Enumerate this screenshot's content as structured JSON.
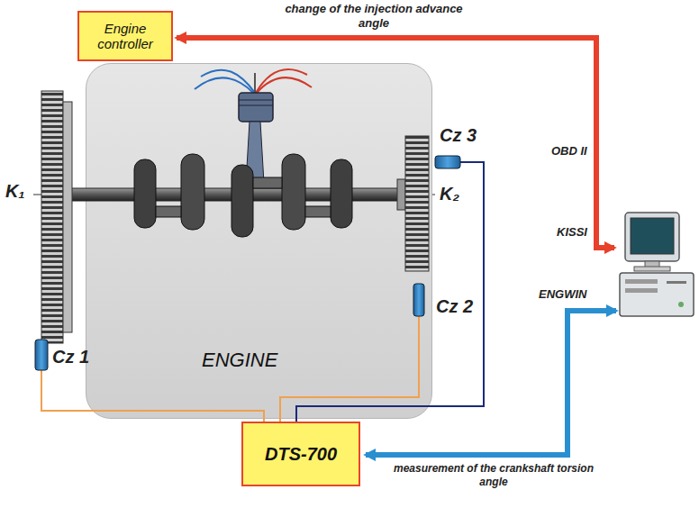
{
  "diagram": {
    "nodes": [
      {
        "text": [
          "Engine controller"
        ]
      },
      {
        "text": [
          "ENGINE"
        ]
      },
      {
        "text": [
          "DTS-700"
        ]
      }
    ],
    "labels": [
      "change of the injection advance angle",
      "OBD II",
      "KISSI",
      "ENGWIN",
      "measurement of the crankshaft torsion angle",
      "K₁",
      "K₂",
      "Cz 1",
      "Cz 2",
      "Cz 3"
    ]
  }
}
